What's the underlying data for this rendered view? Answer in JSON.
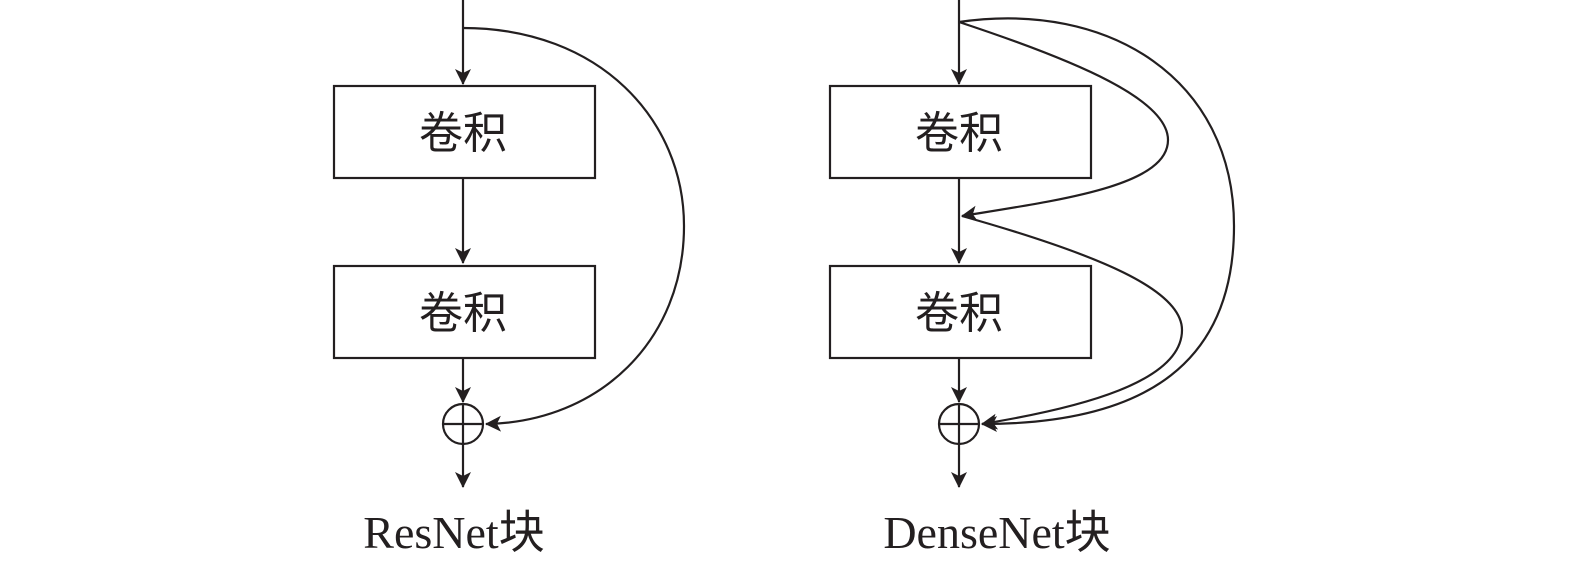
{
  "resnet": {
    "blocks": [
      "卷积",
      "卷积"
    ],
    "caption": "ResNet块"
  },
  "densenet": {
    "blocks": [
      "卷积",
      "卷积"
    ],
    "caption": "DenseNet块"
  },
  "colors": {
    "stroke": "#231f20",
    "background": "#ffffff"
  },
  "icons": {
    "sum": "circled-plus-icon"
  }
}
